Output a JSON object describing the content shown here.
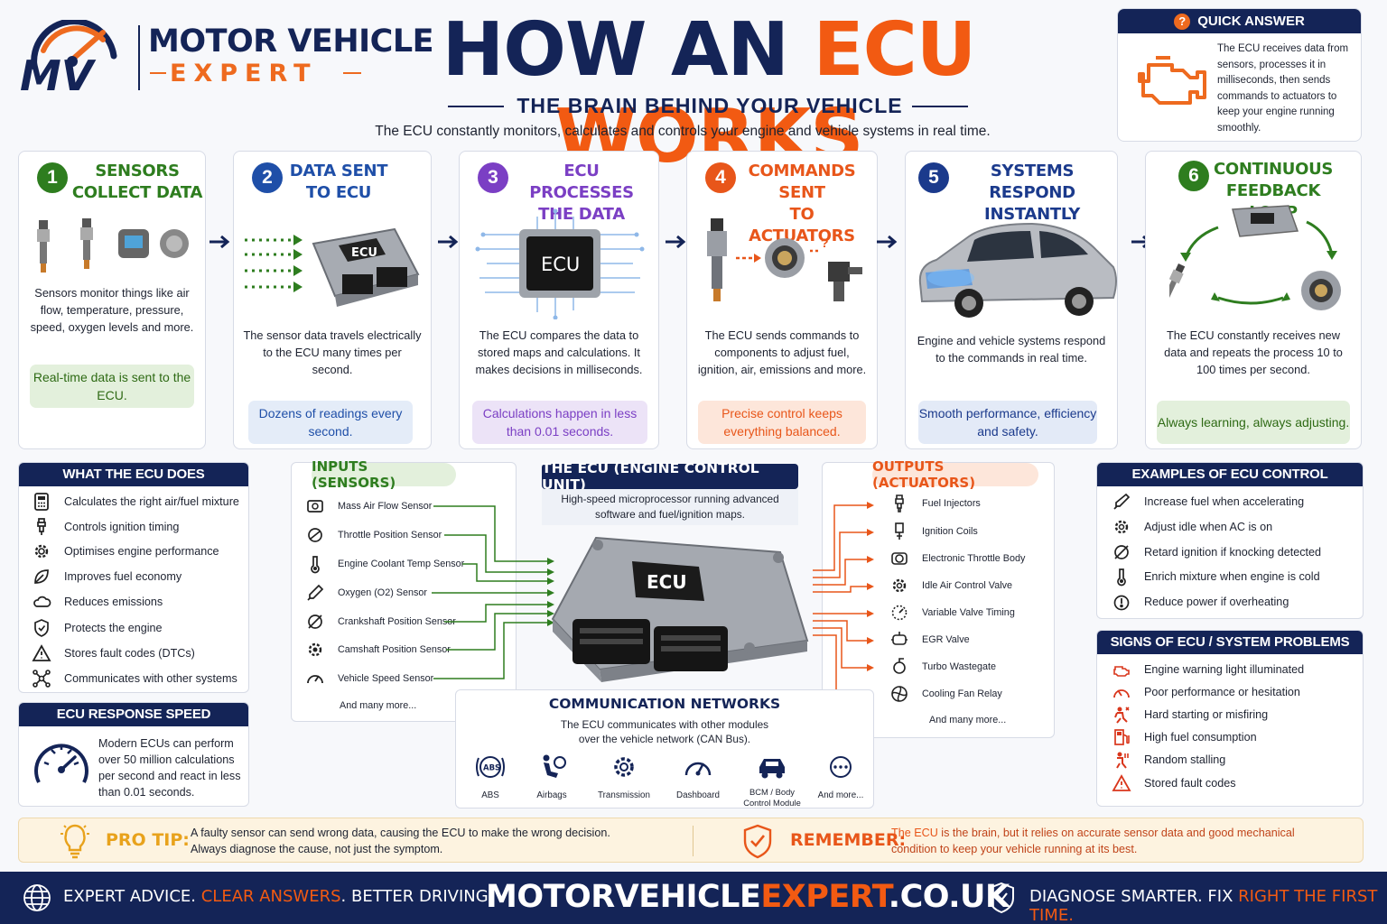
{
  "brand": {
    "line1": "MOTOR VEHICLE",
    "line2": "EXPERT",
    "logo_letters": "MV"
  },
  "header": {
    "title_a": "HOW AN ",
    "title_b": "ECU WORKS",
    "subtitle": "THE BRAIN BEHIND YOUR VEHICLE",
    "lead": "The ECU constantly monitors, calculates and controls your engine and vehicle systems in real time."
  },
  "quick_answer": {
    "heading": "QUICK ANSWER",
    "text": "The ECU receives data from sensors, processes it in milliseconds, then sends commands to actuators to keep your engine running smoothly."
  },
  "colors": {
    "navy": "#142457",
    "orange": "#f25a12",
    "green": "#2e7d1f",
    "blue": "#1f4fa8",
    "purple": "#7b3fc4",
    "deep_orange": "#e8561a",
    "dark_blue": "#1b3a8c"
  },
  "steps": [
    {
      "num": "1",
      "title_l1": "SENSORS",
      "title_l2": "COLLECT DATA",
      "desc": "Sensors monitor things like air flow, temperature, pressure, speed, oxygen levels and more.",
      "chip": "Real-time data is sent to the ECU."
    },
    {
      "num": "2",
      "title_l1": "DATA SENT",
      "title_l2": "TO ECU",
      "desc": "The sensor data travels electrically to the ECU many times per second.",
      "chip": "Dozens of readings every second.",
      "img_label": "ECU"
    },
    {
      "num": "3",
      "title_l1": "ECU PROCESSES",
      "title_l2": "THE DATA",
      "desc": "The ECU compares the data to stored maps and calculations. It makes decisions in milliseconds.",
      "chip": "Calculations happen in less than 0.01 seconds.",
      "img_label": "ECU"
    },
    {
      "num": "4",
      "title_l1": "COMMANDS SENT",
      "title_l2": "TO ACTUATORS",
      "desc": "The ECU sends commands to components to adjust fuel, ignition, air, emissions and more.",
      "chip": "Precise control keeps everything balanced."
    },
    {
      "num": "5",
      "title_l1": "SYSTEMS RESPOND",
      "title_l2": "INSTANTLY",
      "desc": "Engine and vehicle systems respond to the commands in real time.",
      "chip": "Smooth performance, efficiency and safety."
    },
    {
      "num": "6",
      "title_l1": "CONTINUOUS",
      "title_l2": "FEEDBACK LOOP",
      "desc": "The ECU constantly receives new data and repeats the process 10 to 100 times per second.",
      "chip": "Always learning, always adjusting."
    }
  ],
  "what_ecu_does": {
    "heading": "WHAT THE ECU DOES",
    "items": [
      {
        "icon": "calculator-icon",
        "text": "Calculates the right air/fuel mixture"
      },
      {
        "icon": "spark-plug-icon",
        "text": "Controls ignition timing"
      },
      {
        "icon": "gear-icon",
        "text": "Optimises engine performance"
      },
      {
        "icon": "leaf-icon",
        "text": "Improves fuel economy"
      },
      {
        "icon": "cloud-icon",
        "text": "Reduces emissions"
      },
      {
        "icon": "shield-icon",
        "text": "Protects the engine"
      },
      {
        "icon": "warning-icon",
        "text": "Stores fault codes (DTCs)"
      },
      {
        "icon": "network-icon",
        "text": "Communicates with other systems"
      }
    ]
  },
  "response_speed": {
    "heading": "ECU RESPONSE SPEED",
    "text": "Modern ECUs can perform over 50 million calculations per second and react in less than 0.01 seconds."
  },
  "inputs": {
    "heading": "INPUTS (SENSORS)",
    "items": [
      "Mass Air Flow Sensor",
      "Throttle Position Sensor",
      "Engine Coolant Temp Sensor",
      "Oxygen (O2) Sensor",
      "Crankshaft Position Sensor",
      "Camshaft Position Sensor",
      "Vehicle Speed Sensor",
      "And many more..."
    ]
  },
  "ecu_center": {
    "heading": "THE ECU (ENGINE CONTROL UNIT)",
    "desc": "High-speed microprocessor running advanced software and fuel/ignition maps.",
    "label": "ECU"
  },
  "outputs": {
    "heading": "OUTPUTS (ACTUATORS)",
    "items": [
      "Fuel Injectors",
      "Ignition Coils",
      "Electronic Throttle Body",
      "Idle Air Control Valve",
      "Variable Valve Timing",
      "EGR Valve",
      "Turbo Wastegate",
      "Cooling Fan Relay",
      "And many more..."
    ]
  },
  "networks": {
    "heading": "COMMUNICATION NETWORKS",
    "desc_l1": "The ECU communicates with other modules",
    "desc_l2": "over the vehicle network (CAN Bus).",
    "abs_badge": "ABS",
    "items": [
      {
        "icon": "abs-icon",
        "label": "ABS"
      },
      {
        "icon": "airbag-icon",
        "label": "Airbags"
      },
      {
        "icon": "transmission-icon",
        "label": "Transmission"
      },
      {
        "icon": "dashboard-icon",
        "label": "Dashboard"
      },
      {
        "icon": "car-icon",
        "label_l1": "BCM / Body",
        "label_l2": "Control Module"
      },
      {
        "icon": "more-icon",
        "label": "And more..."
      }
    ]
  },
  "examples": {
    "heading": "EXAMPLES OF ECU CONTROL",
    "items": [
      "Increase fuel when accelerating",
      "Adjust idle when AC is on",
      "Retard ignition if knocking detected",
      "Enrich mixture when engine is cold",
      "Reduce power if overheating"
    ]
  },
  "problems": {
    "heading": "SIGNS OF ECU / SYSTEM PROBLEMS",
    "items": [
      "Engine warning light illuminated",
      "Poor performance or hesitation",
      "Hard starting or misfiring",
      "High fuel consumption",
      "Random stalling",
      "Stored fault codes"
    ]
  },
  "tips": {
    "pro_label": "PRO TIP:",
    "pro_l1": "A faulty sensor can send wrong data, causing the ECU to make the wrong decision.",
    "pro_l2": "Always diagnose the cause, not just the symptom.",
    "rem_label": "REMEMBER:",
    "rem_highlight": "The ECU",
    "rem_l1": " is the brain, but it relies on accurate sensor data and good mechanical",
    "rem_l2": "condition to keep your vehicle running at its best."
  },
  "footer": {
    "left_a": "EXPERT ADVICE. ",
    "left_b": "CLEAR ANSWERS",
    "left_c": ". BETTER DRIVING.",
    "site_a": "MOTORVEHICLE",
    "site_b": "EXPERT",
    "site_c": ".CO.UK",
    "right_a": "DIAGNOSE SMARTER.  FIX ",
    "right_b": "RIGHT THE FIRST TIME."
  }
}
